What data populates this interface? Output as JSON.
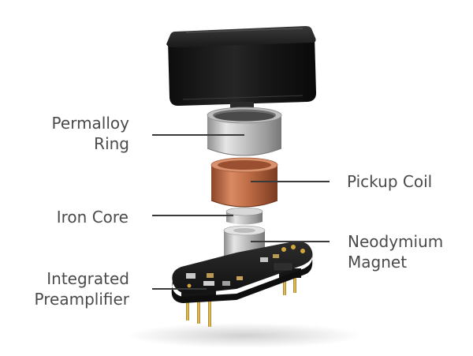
{
  "labels": {
    "permalloy_ring": {
      "line1": "Permalloy",
      "line2": "Ring"
    },
    "iron_core": {
      "line1": "Iron Core"
    },
    "integrated_preamplifier": {
      "line1": "Integrated",
      "line2": "Preamplifier"
    },
    "pickup_coil": {
      "line1": "Pickup Coil"
    },
    "neodymium_magnet": {
      "line1": "Neodymium",
      "line2": "Magnet"
    }
  },
  "colors": {
    "label_text": "#4a4a4a",
    "leader_line": "#3a3a3a",
    "cap_black": "#1c1c1c",
    "coil_copper": "#c0704a",
    "metal_silver": "#c8c8c8",
    "pcb_black": "#202020",
    "pin_gold": "#d4a73a"
  }
}
